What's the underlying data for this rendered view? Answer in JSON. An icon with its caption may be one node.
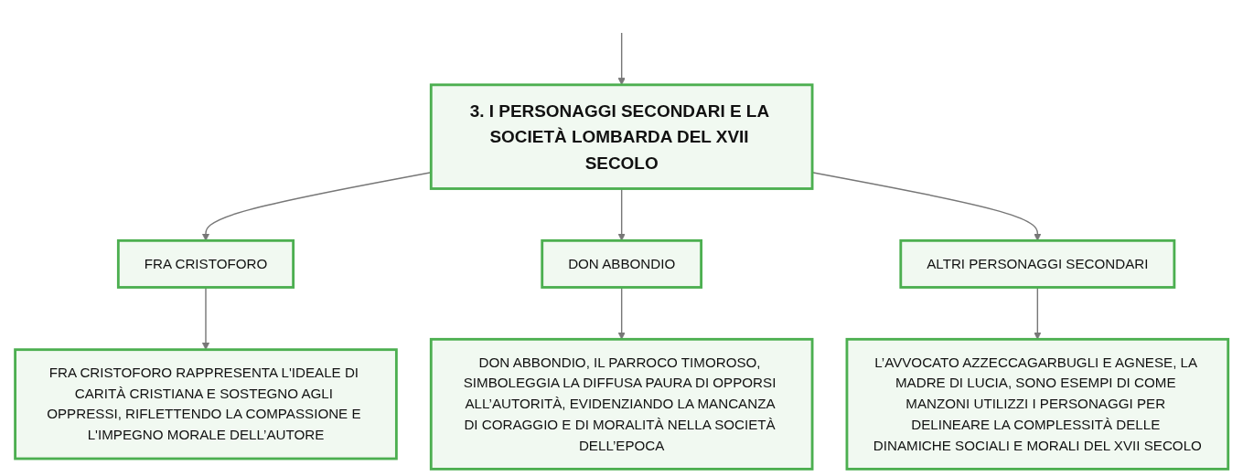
{
  "diagram": {
    "nodes": [
      {
        "text": [
          "3. I PERSONAGGI SECONDARI E LA SOCIETÀ LOMBARDA DEL XVII SECOLO"
        ]
      },
      {
        "text": [
          "FRA CRISTOFORO"
        ]
      },
      {
        "text": [
          "DON ABBONDIO"
        ]
      },
      {
        "text": [
          "ALTRI PERSONAGGI SECONDARI"
        ]
      },
      {
        "text": [
          "FRA CRISTOFORO RAPPRESENTA L'IDEALE DI CARITÀ CRISTIANA E SOSTEGNO AGLI OPPRESSI, RIFLETTENDO LA COMPASSIONE E L'IMPEGNO MORALE DELL’AUTORE"
        ]
      },
      {
        "text": [
          "DON ABBONDIO, IL PARROCO TIMOROSO, SIMBOLEGGIA LA DIFFUSA PAURA DI OPPORSI ALL’AUTORITÀ, EVIDENZIANDO LA MANCANZA DI CORAGGIO E DI MORALITÀ NELLA SOCIETÀ DELL’EPOCA"
        ]
      },
      {
        "text": [
          "L’AVVOCATO AZZECCAGARBUGLI E AGNESE, LA MADRE DI LUCIA, SONO ESEMPI DI COME MANZONI UTILIZZI I PERSONAGGI PER DELINEARE LA COMPLESSITÀ DELLE DINAMICHE SOCIALI E MORALI DEL XVII SECOLO"
        ]
      }
    ],
    "edges": [
      {
        "from": null,
        "to": 0,
        "arrow": "to"
      },
      {
        "from": 0,
        "to": 1,
        "arrow": "to"
      },
      {
        "from": 0,
        "to": 2,
        "arrow": "to"
      },
      {
        "from": 0,
        "to": 3,
        "arrow": "to"
      },
      {
        "from": 1,
        "to": 4,
        "arrow": "to"
      },
      {
        "from": 2,
        "to": 5,
        "arrow": "to"
      },
      {
        "from": 3,
        "to": 6,
        "arrow": "to"
      }
    ]
  }
}
